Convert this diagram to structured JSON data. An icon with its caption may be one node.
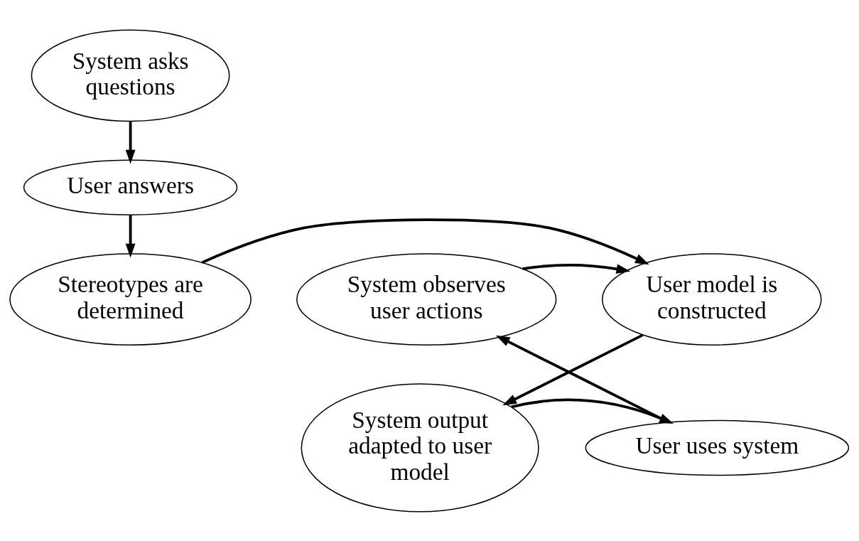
{
  "diagram": {
    "nodes": [
      {
        "text": [
          "System asks questions"
        ]
      },
      {
        "text": [
          "User answers"
        ]
      },
      {
        "text": [
          "Stereotypes are determined"
        ]
      },
      {
        "text": [
          "System observes user actions"
        ]
      },
      {
        "text": [
          "User model is constructed"
        ]
      },
      {
        "text": [
          "System output adapted to user model"
        ]
      },
      {
        "text": [
          "User uses system"
        ]
      }
    ],
    "edges": [
      {
        "from": 0,
        "to": 1,
        "arrow": "to"
      },
      {
        "from": 1,
        "to": 2,
        "arrow": "to"
      },
      {
        "from": 2,
        "to": 4,
        "arrow": "to"
      },
      {
        "from": 3,
        "to": 4,
        "arrow": "to"
      },
      {
        "from": 4,
        "to": 5,
        "arrow": "to"
      },
      {
        "from": 5,
        "to": 6,
        "arrow": "to"
      },
      {
        "from": 6,
        "to": 3,
        "arrow": "to"
      }
    ]
  }
}
